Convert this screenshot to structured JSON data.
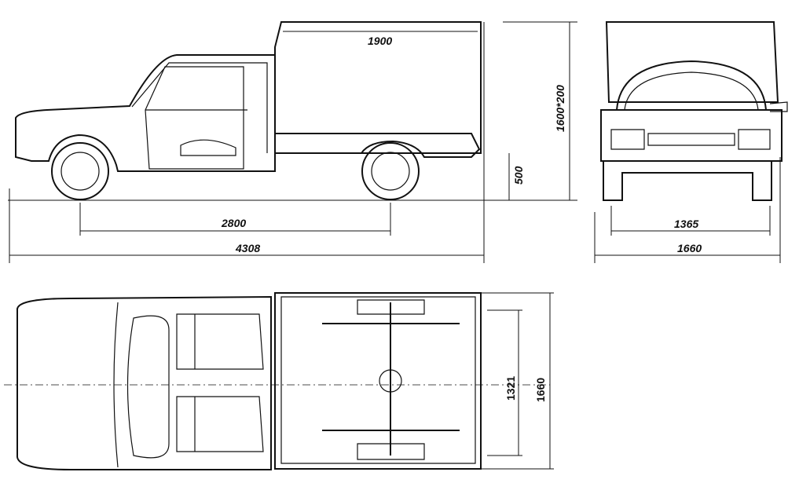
{
  "side_view": {
    "box_length": "1900",
    "total_height": "1600*200",
    "floor_height": "500",
    "wheelbase": "2800",
    "overall_length": "4308"
  },
  "rear_view": {
    "track": "1365",
    "overall_width": "1660"
  },
  "top_view": {
    "inner_width": "1321",
    "outer_width": "1660"
  }
}
